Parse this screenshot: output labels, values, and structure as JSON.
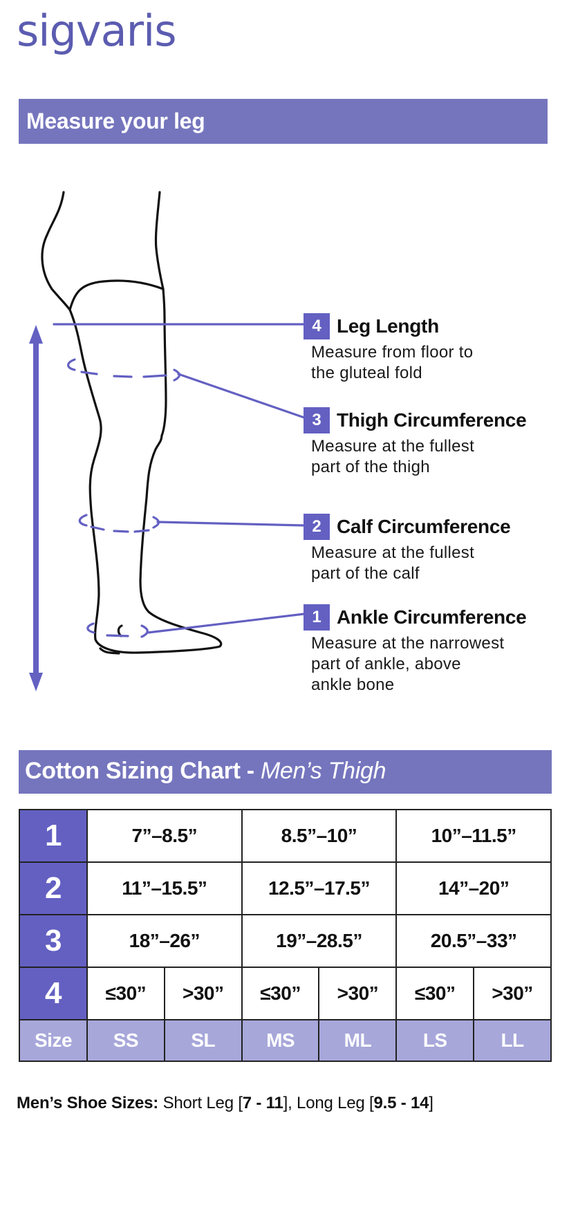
{
  "brand": {
    "logo_text": "sigvaris",
    "color": "#5b5cb0"
  },
  "section_measure": {
    "title": "Measure your leg",
    "band_color": "#7575be",
    "legend": [
      {
        "number": "4",
        "title": "Leg Length",
        "description": "Measure from floor to\nthe gluteal fold"
      },
      {
        "number": "3",
        "title": "Thigh Circumference",
        "description": "Measure at the fullest\npart of the thigh"
      },
      {
        "number": "2",
        "title": "Calf Circumference",
        "description": "Measure at the fullest\npart of the calf"
      },
      {
        "number": "1",
        "title": "Ankle Circumference",
        "description": "Measure at the narrowest\npart of ankle, above\nankle bone"
      }
    ],
    "accent_color": "#6360c2",
    "diagram_icon": "leg-outline-illustration"
  },
  "section_chart": {
    "title_main": "Cotton Sizing Chart - ",
    "title_italic": "Men’s Thigh",
    "rows": [
      {
        "label": "1",
        "cells": [
          "7”–8.5”",
          "8.5”–10”",
          "10”–11.5”"
        ]
      },
      {
        "label": "2",
        "cells": [
          "11”–15.5”",
          "12.5”–17.5”",
          "14”–20”"
        ]
      },
      {
        "label": "3",
        "cells": [
          "18”–26”",
          "19”–28.5”",
          "20.5”–33”"
        ]
      },
      {
        "label": "4",
        "cells": [
          "≤30”",
          ">30”",
          "≤30”",
          ">30”",
          "≤30”",
          ">30”"
        ]
      }
    ],
    "size_row": {
      "label": "Size",
      "cells": [
        "SS",
        "SL",
        "MS",
        "ML",
        "LS",
        "LL"
      ]
    },
    "row_header_color": "#6360c2",
    "size_row_color": "#a7a7da"
  },
  "footer": {
    "label": "Men’s Shoe Sizes:",
    "short_text": " Short Leg [",
    "short_range": "7 - 11",
    "mid_text": "], Long Leg [",
    "long_range": "9.5 - 14",
    "end_text": "]"
  }
}
